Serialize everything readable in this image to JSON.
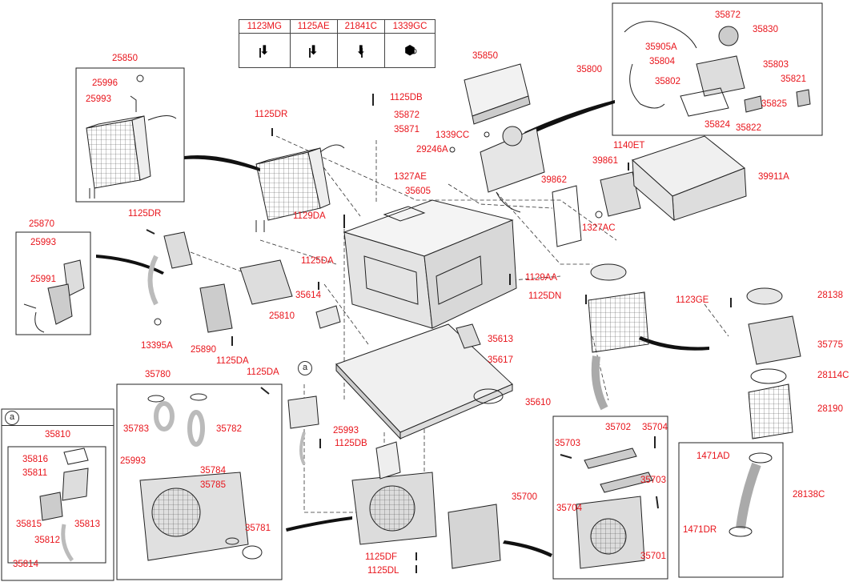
{
  "parts_table": {
    "headers": [
      "1123MG",
      "1125AE",
      "21841C",
      "1339GC"
    ]
  },
  "detail_marker": "a",
  "labels": {
    "p25850": "25850",
    "p25996": "25996",
    "p25993_top": "25993",
    "p1125DR_top": "1125DR",
    "p25870": "25870",
    "p25993_left": "25993",
    "p25991": "25991",
    "p1125DR_mid": "1125DR",
    "p13395A": "13395A",
    "p25890": "25890",
    "p1125DA_low": "1125DA",
    "p25810": "25810",
    "p1125DA_mid": "1125DA",
    "p35614": "35614",
    "p1129DA": "1129DA",
    "p1125DB_top": "1125DB",
    "p35872_mid": "35872",
    "p35871": "35871",
    "p35850": "35850",
    "p1339CC": "1339CC",
    "p29246A": "29246A",
    "p1327AE": "1327AE",
    "p35605": "35605",
    "p39862": "39862",
    "p39861": "39861",
    "p1140ET": "1140ET",
    "p39911A": "39911A",
    "p1327AC": "1327AC",
    "p35800": "35800",
    "p35872_top": "35872",
    "p35830": "35830",
    "p35905A": "35905A",
    "p35804": "35804",
    "p35803": "35803",
    "p35802": "35802",
    "p35821": "35821",
    "p35825": "35825",
    "p35824": "35824",
    "p35822": "35822",
    "p1129AA": "1129AA",
    "p1125DN": "1125DN",
    "p1123GE": "1123GE",
    "p28138": "28138",
    "p35775": "35775",
    "p28114C": "28114C",
    "p28190": "28190",
    "p35613": "35613",
    "p35617": "35617",
    "p35610": "35610",
    "p1125DA_c": "1125DA",
    "p35780": "35780",
    "p35783": "35783",
    "p35782": "35782",
    "p25993_c": "25993",
    "p35784": "35784",
    "p35785": "35785",
    "p35781": "35781",
    "p1125DB_c": "1125DB",
    "p25993_d": "25993",
    "p35810": "35810",
    "p35816": "35816",
    "p35811": "35811",
    "p35815": "35815",
    "p35813": "35813",
    "p35812": "35812",
    "p35814": "35814",
    "p35702": "35702",
    "p35704_top": "35704",
    "p35703_a": "35703",
    "p35703_b": "35703",
    "p35700": "35700",
    "p35704_b": "35704",
    "p35701": "35701",
    "p1125DF": "1125DF",
    "p1125DL": "1125DL",
    "p1471AD": "1471AD",
    "p28138C": "28138C",
    "p1471DR": "1471DR"
  },
  "colors": {
    "label": "#e8141b",
    "line": "#222222"
  }
}
